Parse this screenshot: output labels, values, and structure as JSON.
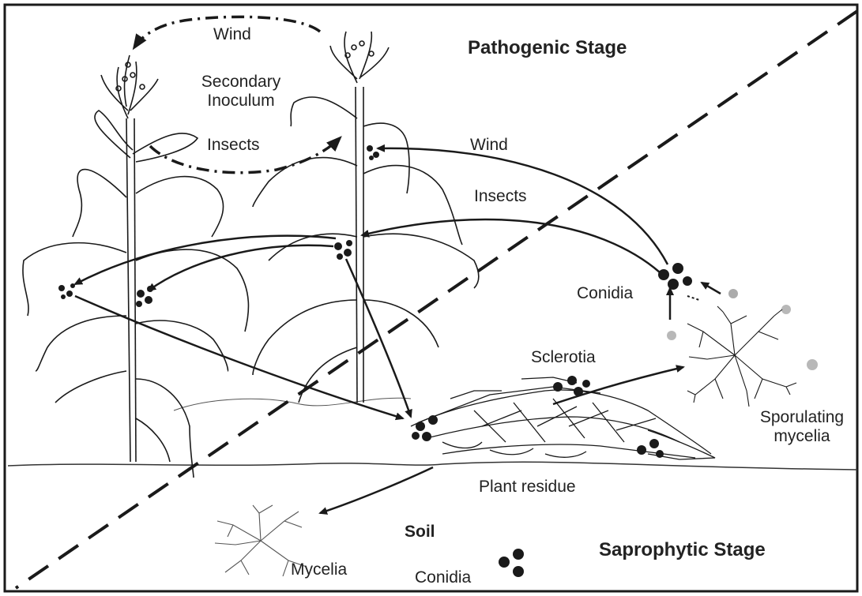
{
  "stages": {
    "pathogenic": "Pathogenic Stage",
    "saprophytic": "Saprophytic Stage"
  },
  "labels": {
    "wind_top": "Wind",
    "secondary_inoculum_1": "Secondary",
    "secondary_inoculum_2": "Inoculum",
    "insects_top": "Insects",
    "wind_right": "Wind",
    "insects_mid": "Insects",
    "conidia_upper": "Conidia",
    "sclerotia": "Sclerotia",
    "sporulating_1": "Sporulating",
    "sporulating_2": "mycelia",
    "plant_residue": "Plant residue",
    "soil": "Soil",
    "mycelia": "Mycelia",
    "conidia_lower": "Conidia"
  },
  "colors": {
    "ink": "#1a1a1a",
    "background": "#ffffff"
  }
}
